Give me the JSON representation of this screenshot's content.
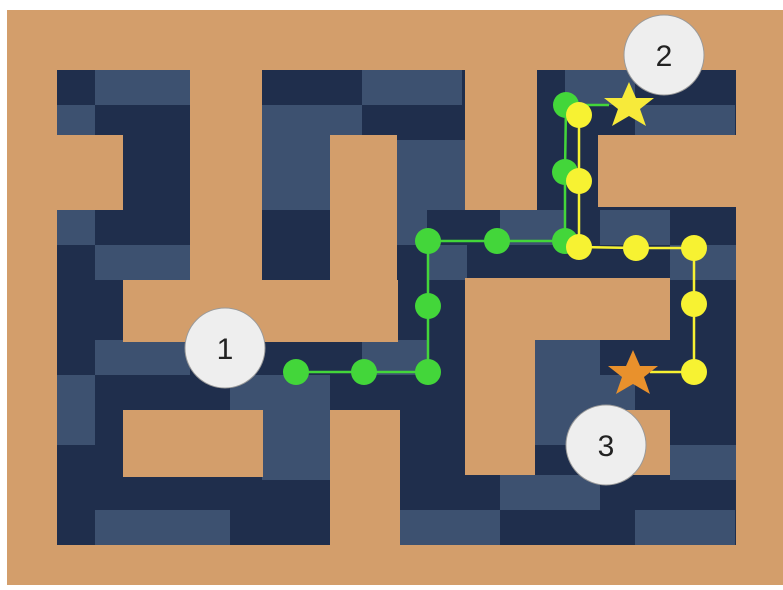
{
  "game": {
    "type": "maze-path-puzzle",
    "colors": {
      "board": "#d39e6b",
      "floor_dark": "#1f2e4c",
      "floor_light": "#3d5170",
      "path_green": "#43d63a",
      "path_yellow": "#f7f232",
      "star_yellow": "#f7ea3a",
      "star_orange": "#e9912c",
      "label_circle": "#eeeeee"
    },
    "labels": [
      {
        "id": "1",
        "text": "1"
      },
      {
        "id": "2",
        "text": "2"
      },
      {
        "id": "3",
        "text": "3"
      }
    ],
    "stars": [
      {
        "id": "goal-2",
        "color": "yellow"
      },
      {
        "id": "goal-3",
        "color": "orange"
      }
    ],
    "paths": {
      "green": {
        "nodes": 10
      },
      "yellow": {
        "nodes": 9
      }
    }
  }
}
